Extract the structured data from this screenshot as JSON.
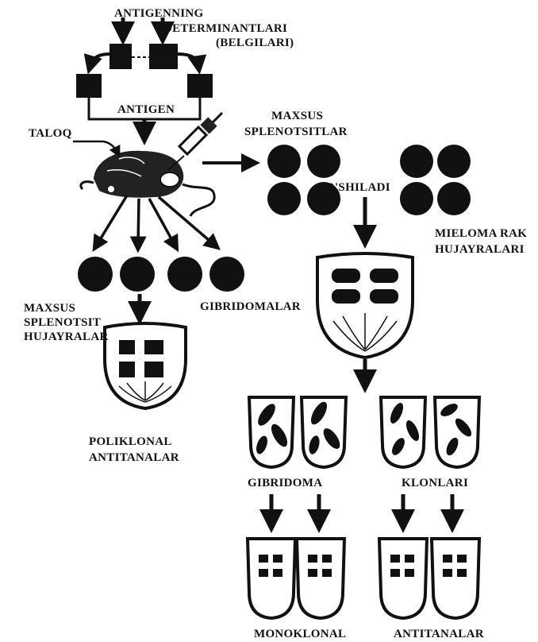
{
  "labels": {
    "antigen_determinants_line1": "ANTIGENNING",
    "antigen_determinants_line2": "DETERMINANTLARI",
    "antigen_determinants_line3": "(BELGILARI)",
    "antigen": "ANTIGEN",
    "spleen": "TALOQ",
    "specific_splenocytes_line1": "MAXSUS",
    "specific_splenocytes_line2": "SPLENOTSITLAR",
    "fuses": "O'SHILADI",
    "myeloma_line1": "MIELOMA RAK",
    "myeloma_line2": "HUJAYRALARI",
    "specific_splenocyte_cells_line1": "MAXSUS",
    "specific_splenocyte_cells_line2": "SPLENOTSIT",
    "specific_splenocyte_cells_line3": "HUJAYRALAR",
    "hybridomas": "GIBRIDOMALAR",
    "polyclonal_line1": "POLIKLONAL",
    "polyclonal_line2": "ANTITANALAR",
    "hybridoma": "GIBRIDOMA",
    "clones": "KLONLARI",
    "monoclonal": "MONOKLONAL",
    "antibodies": "ANTITANALAR"
  }
}
